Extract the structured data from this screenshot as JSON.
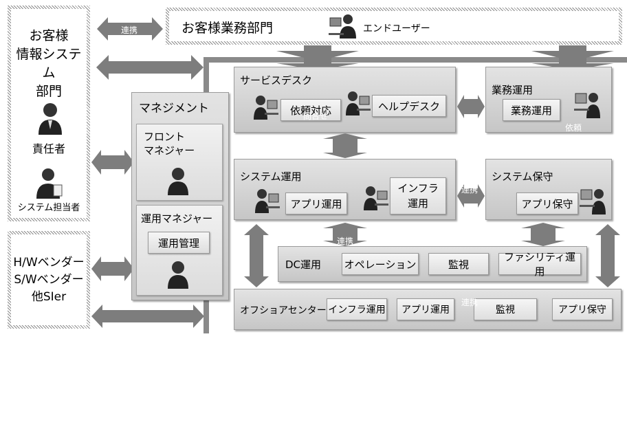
{
  "customer_it": {
    "title": "お客様\n情報システム\n部門",
    "manager": "責任者",
    "staff": "システム担当者"
  },
  "vendor": {
    "title": "H/Wベンダー\nS/Wベンダー\n他SIer"
  },
  "customer_business": {
    "title": "お客様業務部門",
    "end_user": "エンドユーザー"
  },
  "management": {
    "title": "マネジメント",
    "front_manager": "フロント\nマネジャー",
    "ops_manager": "運用マネジャー",
    "ops_management": "運用管理"
  },
  "service_desk": {
    "title": "サービスデスク",
    "request": "依頼対応",
    "helpdesk": "ヘルプデスク"
  },
  "business_ops": {
    "title": "業務運用",
    "box": "業務運用"
  },
  "system_ops": {
    "title": "システム運用",
    "app_ops": "アプリ運用",
    "infra_ops": "インフラ\n運用"
  },
  "system_maint": {
    "title": "システム保守",
    "app_maint": "アプリ保守"
  },
  "dc": {
    "title": "DC運用",
    "operation": "オペレーション",
    "monitor": "監視",
    "facility": "ファシリティ運用"
  },
  "offshore": {
    "title": "オフショアセンター",
    "infra": "インフラ運用",
    "app": "アプリ運用",
    "monitor": "監視",
    "maint": "アプリ保守"
  },
  "arrows": {
    "link": "連携",
    "inquiry": "問合せ",
    "request": "依頼",
    "link_vertical": "連\n携"
  }
}
